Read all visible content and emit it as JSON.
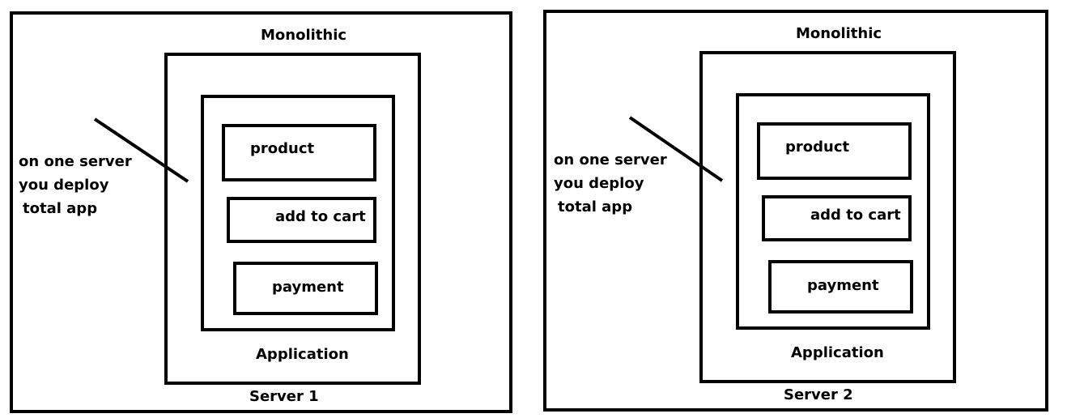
{
  "servers": [
    {
      "name": "Server 1",
      "monolith_label": "Monolithic",
      "app_label": "Application",
      "modules": [
        "product",
        "add to cart",
        "payment"
      ],
      "note": [
        "on one server",
        "you deploy",
        "total app"
      ]
    },
    {
      "name": "Server 2",
      "monolith_label": "Monolithic",
      "app_label": "Application",
      "modules": [
        "product",
        "add to cart",
        "payment"
      ],
      "note": [
        "on one server",
        "you deploy",
        "total app"
      ]
    }
  ]
}
